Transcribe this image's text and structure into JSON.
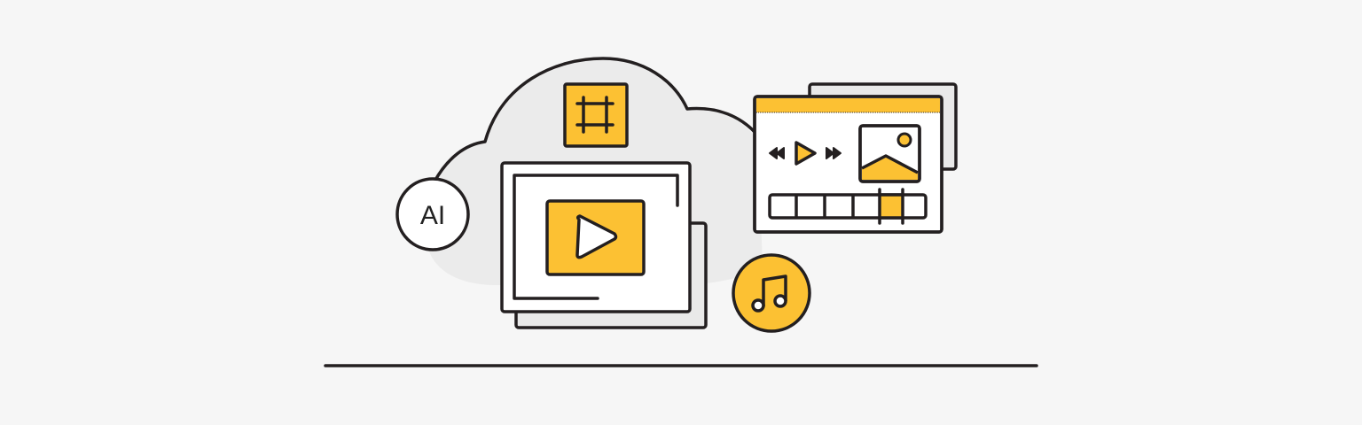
{
  "illustration": {
    "title": "Cloud media editing illustration",
    "ai_badge": {
      "label": "AI"
    },
    "colors": {
      "background": "#f6f6f6",
      "cloud_fill": "#ebebeb",
      "stroke": "#231f20",
      "accent_yellow": "#fcc133",
      "white": "#ffffff",
      "shadow_card": "#e9e9e9"
    },
    "icons": [
      "cloud-icon",
      "crop-frame-icon",
      "ai-badge-icon",
      "video-card-icon",
      "play-icon",
      "media-player-window-icon",
      "rewind-icon",
      "fast-forward-icon",
      "image-thumbnail-icon",
      "timeline-scrubber-icon",
      "music-note-icon",
      "ground-line"
    ]
  }
}
